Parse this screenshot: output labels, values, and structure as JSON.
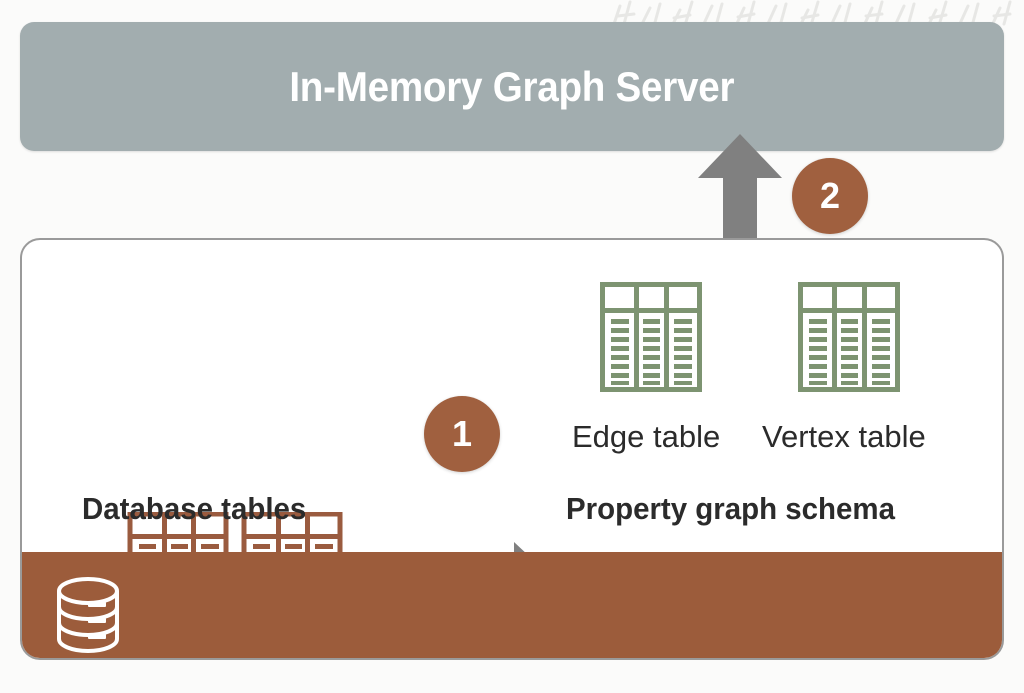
{
  "diagram": {
    "title": "In-Memory Graph Server loading flow",
    "header": {
      "label": "In-Memory Graph Server",
      "color": "#a2adaf",
      "text_color": "#ffffff"
    },
    "panel": {
      "border_color": "#9a9a9a",
      "background": "#ffffff"
    },
    "groups": {
      "database": {
        "caption": "Database tables",
        "table_count": 4,
        "table_color": "#9a5b3f",
        "strip_color": "#9c5c3b",
        "icon_name": "database-cylinder-icon"
      },
      "schema": {
        "caption": "Property graph schema",
        "table_color": "#7d9471",
        "tables": [
          {
            "label": "Edge table"
          },
          {
            "label": "Vertex table"
          }
        ]
      }
    },
    "arrows": [
      {
        "name": "convert-arrow",
        "direction": "right",
        "color": "#808080"
      },
      {
        "name": "load-arrow",
        "direction": "up",
        "color": "#808080"
      }
    ],
    "badges": [
      {
        "number": "1",
        "color": "#a0603f",
        "describes": "convert-arrow"
      },
      {
        "number": "2",
        "color": "#a0603f",
        "describes": "load-arrow"
      }
    ],
    "table_glyph": {
      "columns": 3,
      "rows_per_column": 8,
      "has_header_band": true
    }
  }
}
